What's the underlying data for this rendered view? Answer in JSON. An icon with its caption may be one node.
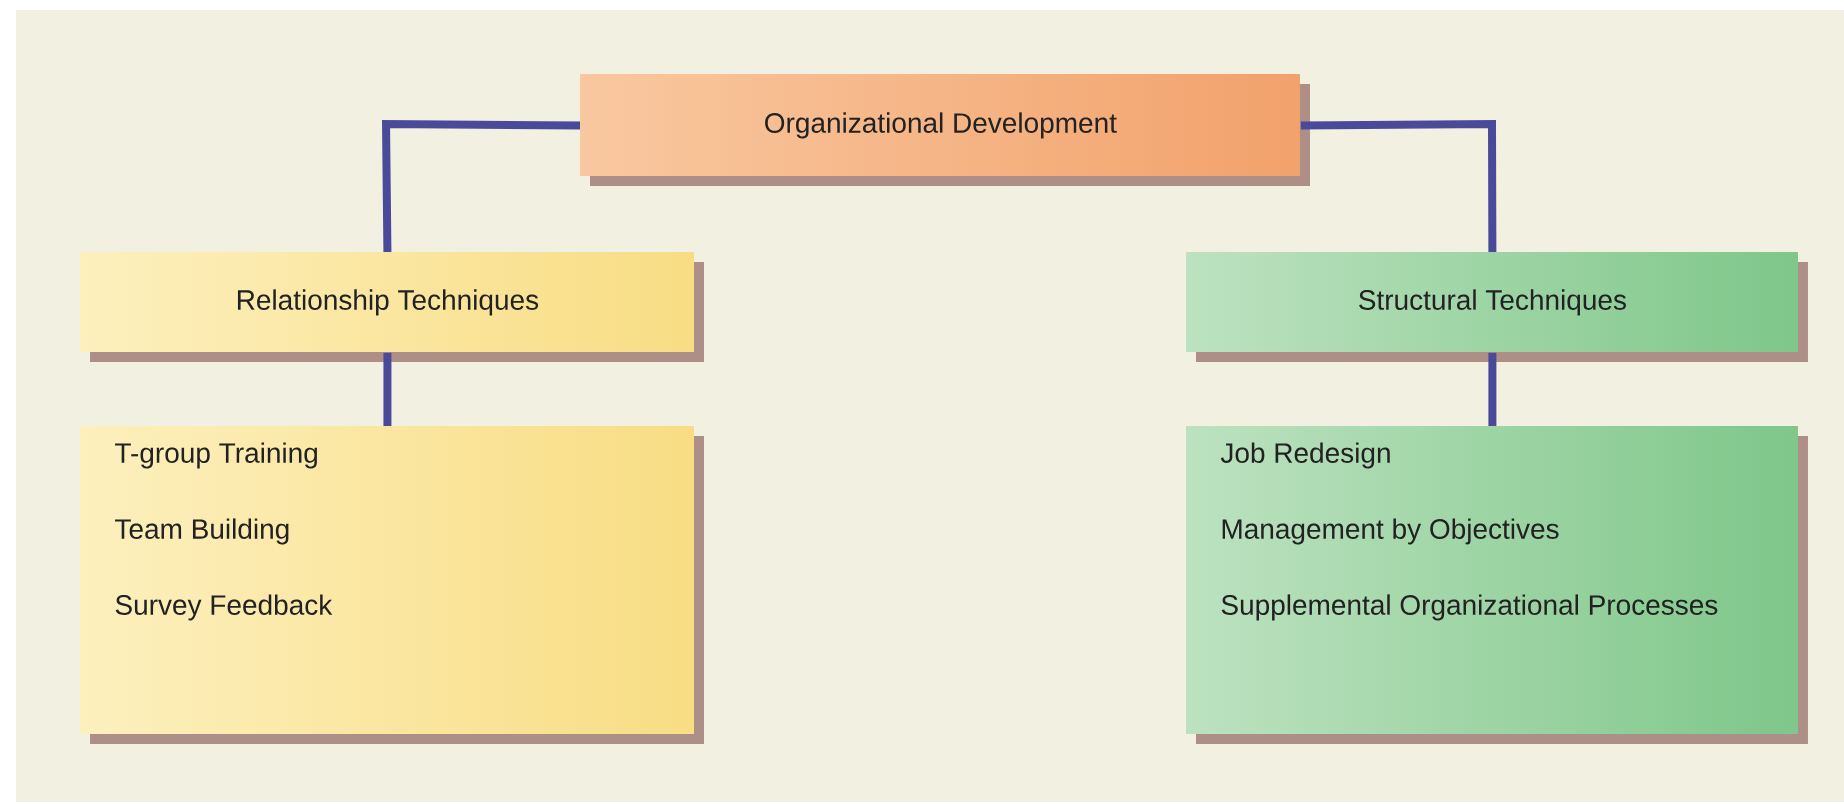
{
  "diagram": {
    "nodes": [
      {
        "text": [
          "Organizational Development"
        ]
      },
      {
        "text": [
          "Relationship Techniques"
        ]
      },
      {
        "text": [
          "T-group Training",
          "Team Building",
          "Survey Feedback"
        ]
      },
      {
        "text": [
          "Structural Techniques"
        ]
      },
      {
        "text": [
          "Job Redesign",
          "Management by Objectives",
          "Supplemental Organizational Processes"
        ]
      }
    ],
    "edges": [
      {
        "from": 0,
        "to": 1,
        "arrow": "none"
      },
      {
        "from": 1,
        "to": 2,
        "arrow": "none"
      },
      {
        "from": 0,
        "to": 3,
        "arrow": "none"
      },
      {
        "from": 3,
        "to": 4,
        "arrow": "none"
      }
    ]
  }
}
